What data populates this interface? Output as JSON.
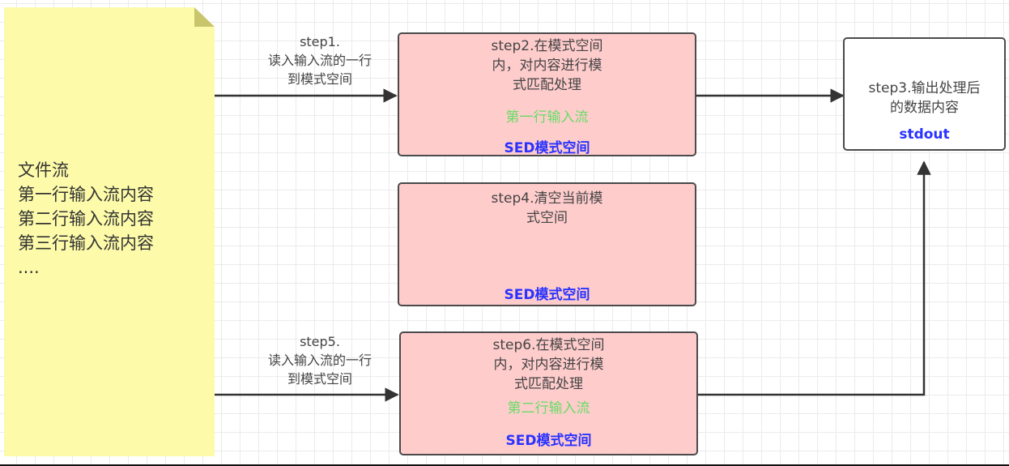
{
  "file_stream_note": {
    "lines": [
      "文件流",
      "第一行输入流内容",
      "第二行输入流内容",
      "第三行输入流内容",
      "...."
    ]
  },
  "edges": {
    "step1_label": [
      "step1.",
      "读入输入流的一行",
      "到模式空间"
    ],
    "step5_label": [
      "step5.",
      "读入输入流的一行",
      "到模式空间"
    ]
  },
  "boxes": {
    "step2": {
      "lines": [
        "step2.在模式空间",
        "内，对内容进行模",
        "式匹配处理"
      ],
      "content": "第一行输入流",
      "footer": "SED模式空间"
    },
    "step3": {
      "lines": [
        "step3.输出处理后",
        "的数据内容"
      ],
      "footer": "stdout"
    },
    "step4": {
      "lines": [
        "step4.清空当前模",
        "式空间"
      ],
      "footer": "SED模式空间"
    },
    "step6": {
      "lines": [
        "step6.在模式空间",
        "内，对内容进行模",
        "式匹配处理"
      ],
      "content": "第二行输入流",
      "footer": "SED模式空间"
    }
  },
  "colors": {
    "note_fill": "#fdfba9",
    "box_fill": "#ffcccc",
    "content_green": "#66dd66",
    "label_blue": "#2a33ff"
  }
}
